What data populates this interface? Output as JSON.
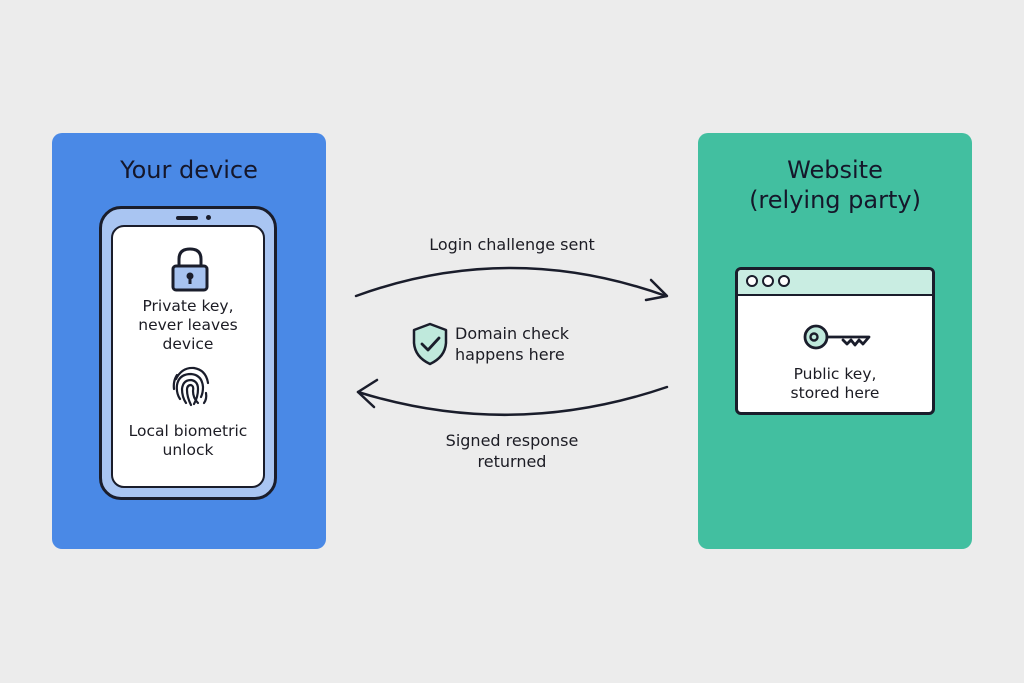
{
  "device": {
    "title": "Your device",
    "private_key_text": "Private key,\nnever leaves\ndevice",
    "biometric_text": "Local biometric\nunlock"
  },
  "website": {
    "title": "Website\n(relying party)",
    "public_key_text": "Public key,\nstored here"
  },
  "flow": {
    "challenge_label": "Login challenge sent",
    "domain_check_label": "Domain check\nhappens here",
    "response_label": "Signed response\nreturned"
  },
  "colors": {
    "device_panel": "#4a89e6",
    "website_panel": "#42bfa0",
    "phone_body": "#a9c5f2",
    "shield_fill": "#bfe9dc",
    "lock_fill": "#a7c3f0"
  },
  "icons": {
    "lock": "lock-icon",
    "fingerprint": "fingerprint-icon",
    "shield": "shield-check-icon",
    "key": "key-icon"
  }
}
